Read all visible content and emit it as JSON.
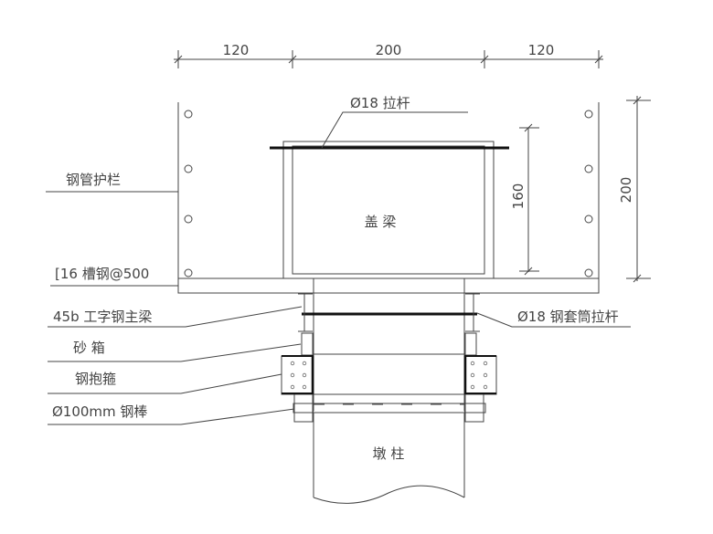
{
  "dimensions": {
    "top_left": "120",
    "top_middle": "200",
    "top_right": "120",
    "beam_height": "160",
    "railing_height": "200"
  },
  "components": {
    "cap_beam": "盖  梁",
    "pier_column": "墩  柱",
    "tie_rod_top": "Ø18 拉杆",
    "railing": "钢管护栏",
    "channel_steel": "[16 槽钢@500",
    "main_beam": "45b 工字钢主梁",
    "sand_box": "砂    箱",
    "hoop": "钢抱箍",
    "steel_bar": "Ø100mm 钢棒",
    "sleeve_tie_rod": "Ø18 钢套筒拉杆"
  }
}
